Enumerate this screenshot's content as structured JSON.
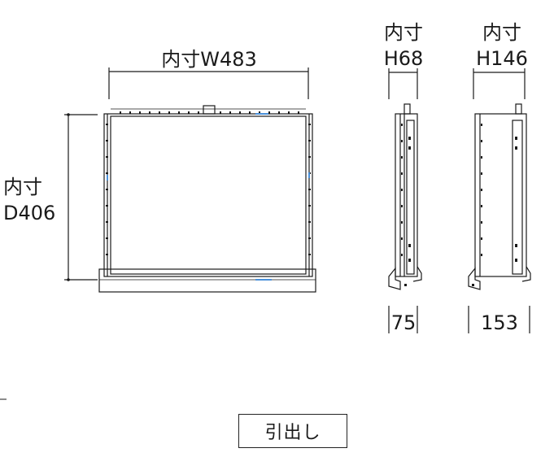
{
  "labels": {
    "width": "内寸W483",
    "depth_line1": "内寸",
    "depth_line2": "D406",
    "h68_line1": "内寸",
    "h68_line2": "H68",
    "h146_line1": "内寸",
    "h146_line2": "H146",
    "side1_width": "75",
    "side2_width": "153"
  },
  "caption": "引出し",
  "colors": {
    "line": "#1a1a1a",
    "accent": "#4a90d9"
  }
}
